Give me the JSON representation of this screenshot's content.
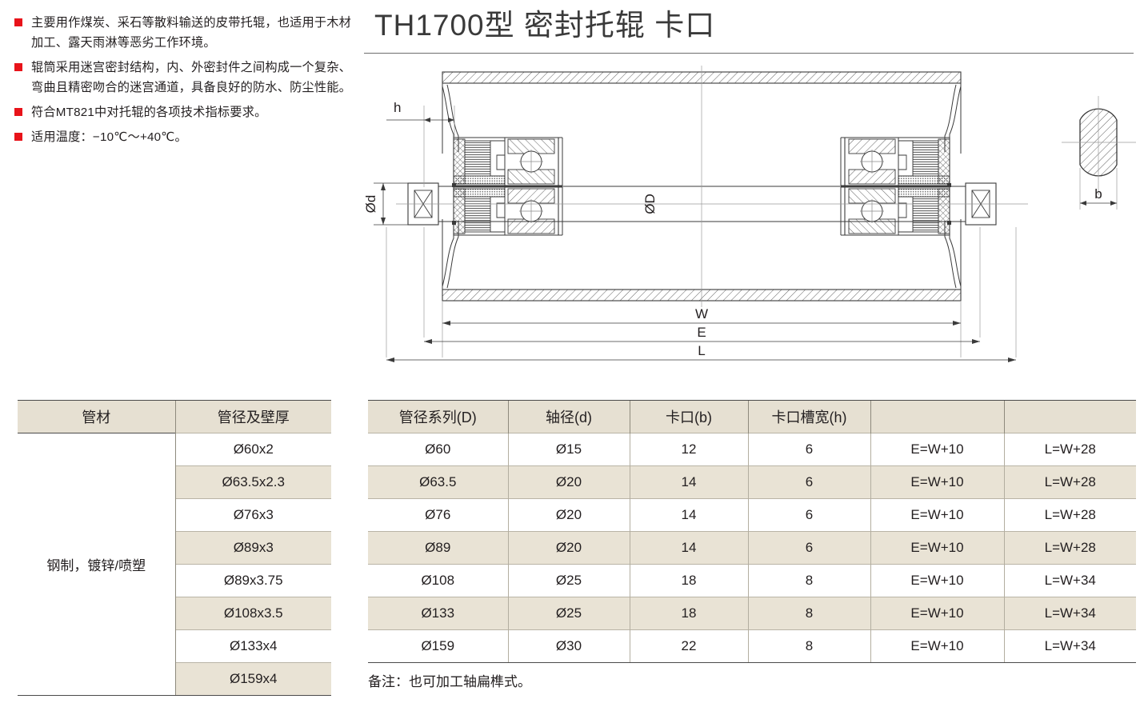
{
  "features": {
    "bullet_color": "#e8131a",
    "items": [
      "主要用作煤炭、采石等散料输送的皮带托辊，也适用于木材加工、露天雨淋等恶劣工作环境。",
      "辊筒采用迷宫密封结构，内、外密封件之间构成一个复杂、弯曲且精密吻合的迷宫通道，具备良好的防水、防尘性能。",
      "符合MT821中对托辊的各项技术指标要求。",
      "适用温度：−10℃～+40℃。"
    ]
  },
  "title": "TH1700型  密封托辊   卡口",
  "drawing": {
    "labels": {
      "h": "h",
      "shaft_dia": "Ød",
      "roller_dia": "ØD",
      "w": "W",
      "e": "E",
      "l": "L",
      "b": "b"
    }
  },
  "pipe_table": {
    "headers": [
      "管材",
      "管径及壁厚"
    ],
    "material": "钢制，镀锌/喷塑",
    "sizes": [
      "Ø60x2",
      "Ø63.5x2.3",
      "Ø76x3",
      "Ø89x3",
      "Ø89x3.75",
      "Ø108x3.5",
      "Ø133x4",
      "Ø159x4"
    ]
  },
  "spec_table": {
    "headers": [
      "管径系列(D)",
      "轴径(d)",
      "卡口(b)",
      "卡口槽宽(h)",
      "",
      ""
    ],
    "rows": [
      [
        "Ø60",
        "Ø15",
        "12",
        "6",
        "E=W+10",
        "L=W+28"
      ],
      [
        "Ø63.5",
        "Ø20",
        "14",
        "6",
        "E=W+10",
        "L=W+28"
      ],
      [
        "Ø76",
        "Ø20",
        "14",
        "6",
        "E=W+10",
        "L=W+28"
      ],
      [
        "Ø89",
        "Ø20",
        "14",
        "6",
        "E=W+10",
        "L=W+28"
      ],
      [
        "Ø108",
        "Ø25",
        "18",
        "8",
        "E=W+10",
        "L=W+34"
      ],
      [
        "Ø133",
        "Ø25",
        "18",
        "8",
        "E=W+10",
        "L=W+34"
      ],
      [
        "Ø159",
        "Ø30",
        "22",
        "8",
        "E=W+10",
        "L=W+34"
      ]
    ]
  },
  "note": "备注：也可加工轴扁榫式。",
  "colors": {
    "bullet_red": "#e8131a",
    "header_bg": "#e6e0d2",
    "row_shaded_bg": "#e9e3d5",
    "rule_dark": "#4a4a4a",
    "text": "#231f20"
  }
}
